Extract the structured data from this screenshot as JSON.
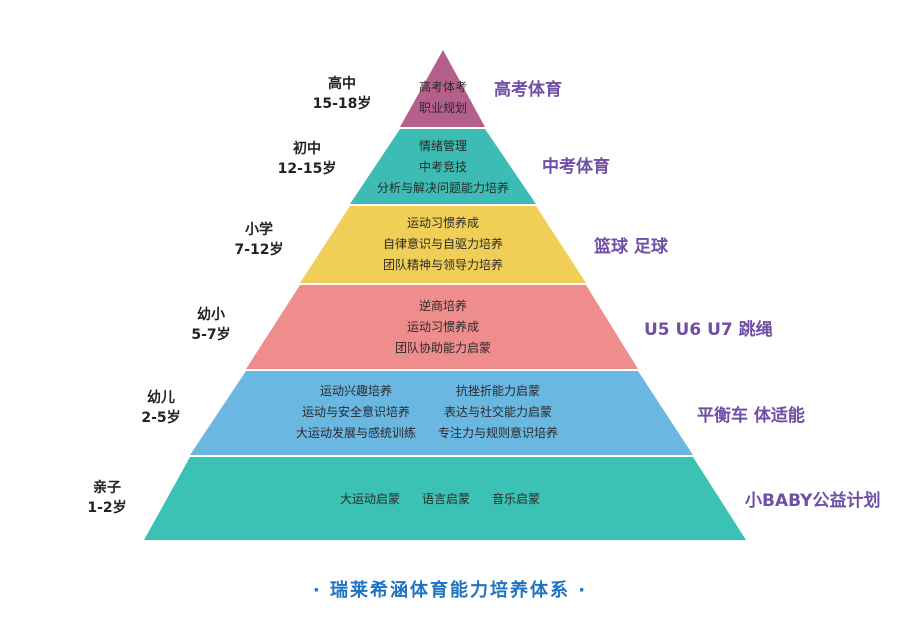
{
  "levels": [
    {
      "stage": "高中",
      "ages": "15-18岁",
      "content": [
        "高考体考",
        "职业规划"
      ],
      "program": "高考体育",
      "color": "#b45f8c"
    },
    {
      "stage": "初中",
      "ages": "12-15岁",
      "content": [
        "情绪管理",
        "中考竞技",
        "分析与解决问题能力培养"
      ],
      "program": "中考体育",
      "color": "#3cbcb5"
    },
    {
      "stage": "小学",
      "ages": "7-12岁",
      "content": [
        "运动习惯养成",
        "自律意识与自驱力培养",
        "团队精神与领导力培养"
      ],
      "program": "篮球 足球",
      "color": "#f1cf57"
    },
    {
      "stage": "幼小",
      "ages": "5-7岁",
      "content": [
        "逆商培养",
        "运动习惯养成",
        "团队协助能力启蒙"
      ],
      "program": "U5 U6 U7 跳绳",
      "color": "#ef8c8c"
    },
    {
      "stage": "幼儿",
      "ages": "2-5岁",
      "content_left": [
        "运动兴趣培养",
        "运动与安全意识培养",
        "大运动发展与感统训练"
      ],
      "content_right": [
        "抗挫折能力启蒙",
        "表达与社交能力启蒙",
        "专注力与规则意识培养"
      ],
      "program": "平衡车 体适能",
      "color": "#6ab7e2"
    },
    {
      "stage": "亲子",
      "ages": "1-2岁",
      "content": [
        "大运动启蒙",
        "语言启蒙",
        "音乐启蒙"
      ],
      "program": "小BABY公益计划",
      "color": "#3cc1b5"
    }
  ],
  "footer": "· 瑞莱希涵体育能力培养体系 ·"
}
